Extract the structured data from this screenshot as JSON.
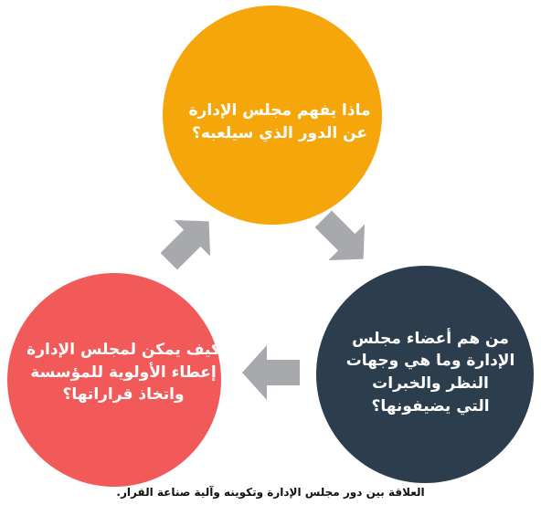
{
  "colors": {
    "top_circle": "#F5A60A",
    "right_circle": "#2C3D4E",
    "left_circle": "#F25A59",
    "arrow": "#A7A9AD",
    "caption_text": "#111111"
  },
  "circles": {
    "top": {
      "line1": "ماذا يفهم مجلس الإدارة",
      "line2": "عن الدور الذي سيلعبه؟"
    },
    "right": {
      "line1": "من هم أعضاء مجلس",
      "line2": "الإدارة وما هي وجهات",
      "line3": "النظر والخبرات",
      "line4": "التي يضيفونها؟"
    },
    "left": {
      "line1": "كيف يمكن لمجلس الإدارة",
      "line2": "إعطاء الأولوية للمؤسسة",
      "line3": "واتخاذ قراراتها؟"
    }
  },
  "arrows": [
    {
      "name": "arrow-top-to-right-icon",
      "direction": "down-right"
    },
    {
      "name": "arrow-right-to-left-icon",
      "direction": "left"
    },
    {
      "name": "arrow-left-to-top-icon",
      "direction": "up-right"
    }
  ],
  "caption": "العلاقة بين دور مجلس الإدارة وتكوينه وآلية صناعة القرار."
}
